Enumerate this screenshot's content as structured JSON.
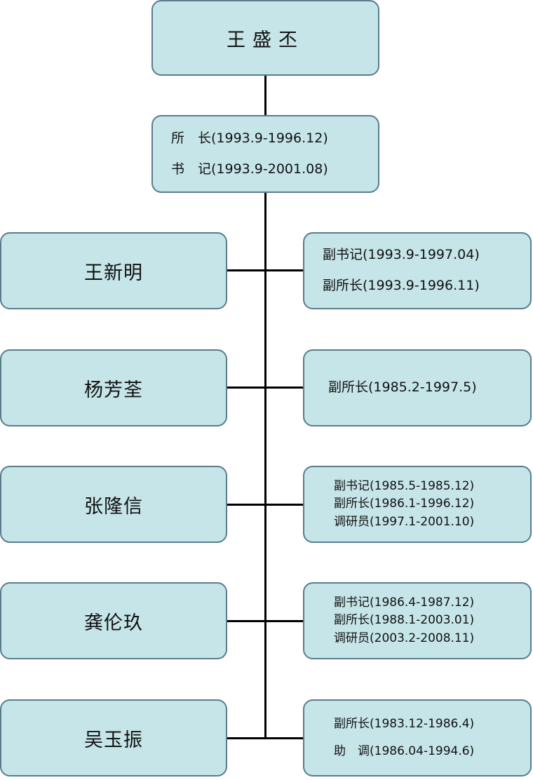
{
  "chart": {
    "top": {
      "name": "王盛丕",
      "roles": [
        "所　长(1993.9-1996.12)",
        "书　记(1993.9-2001.08)"
      ]
    },
    "members": [
      {
        "name": "王新明",
        "roles": [
          "副书记(1993.9-1997.04)",
          "副所长(1993.9-1996.11)"
        ]
      },
      {
        "name": "杨芳荃",
        "roles": [
          "副所长(1985.2-1997.5)"
        ]
      },
      {
        "name": "张隆信",
        "roles": [
          "副书记(1985.5-1985.12)",
          "副所长(1986.1-1996.12)",
          "调研员(1997.1-2001.10)"
        ]
      },
      {
        "name": "龚伦玖",
        "roles": [
          "副书记(1986.4-1987.12)",
          "副所长(1988.1-2003.01)",
          "调研员(2003.2-2008.11)"
        ]
      },
      {
        "name": "吴玉振",
        "roles": [
          "副所长(1983.12-1986.4)",
          "助　调(1986.04-1994.6)"
        ]
      }
    ]
  },
  "colors": {
    "box_fill": "#c6e5e9",
    "box_border": "#5a7d8c",
    "connector": "#000000"
  }
}
